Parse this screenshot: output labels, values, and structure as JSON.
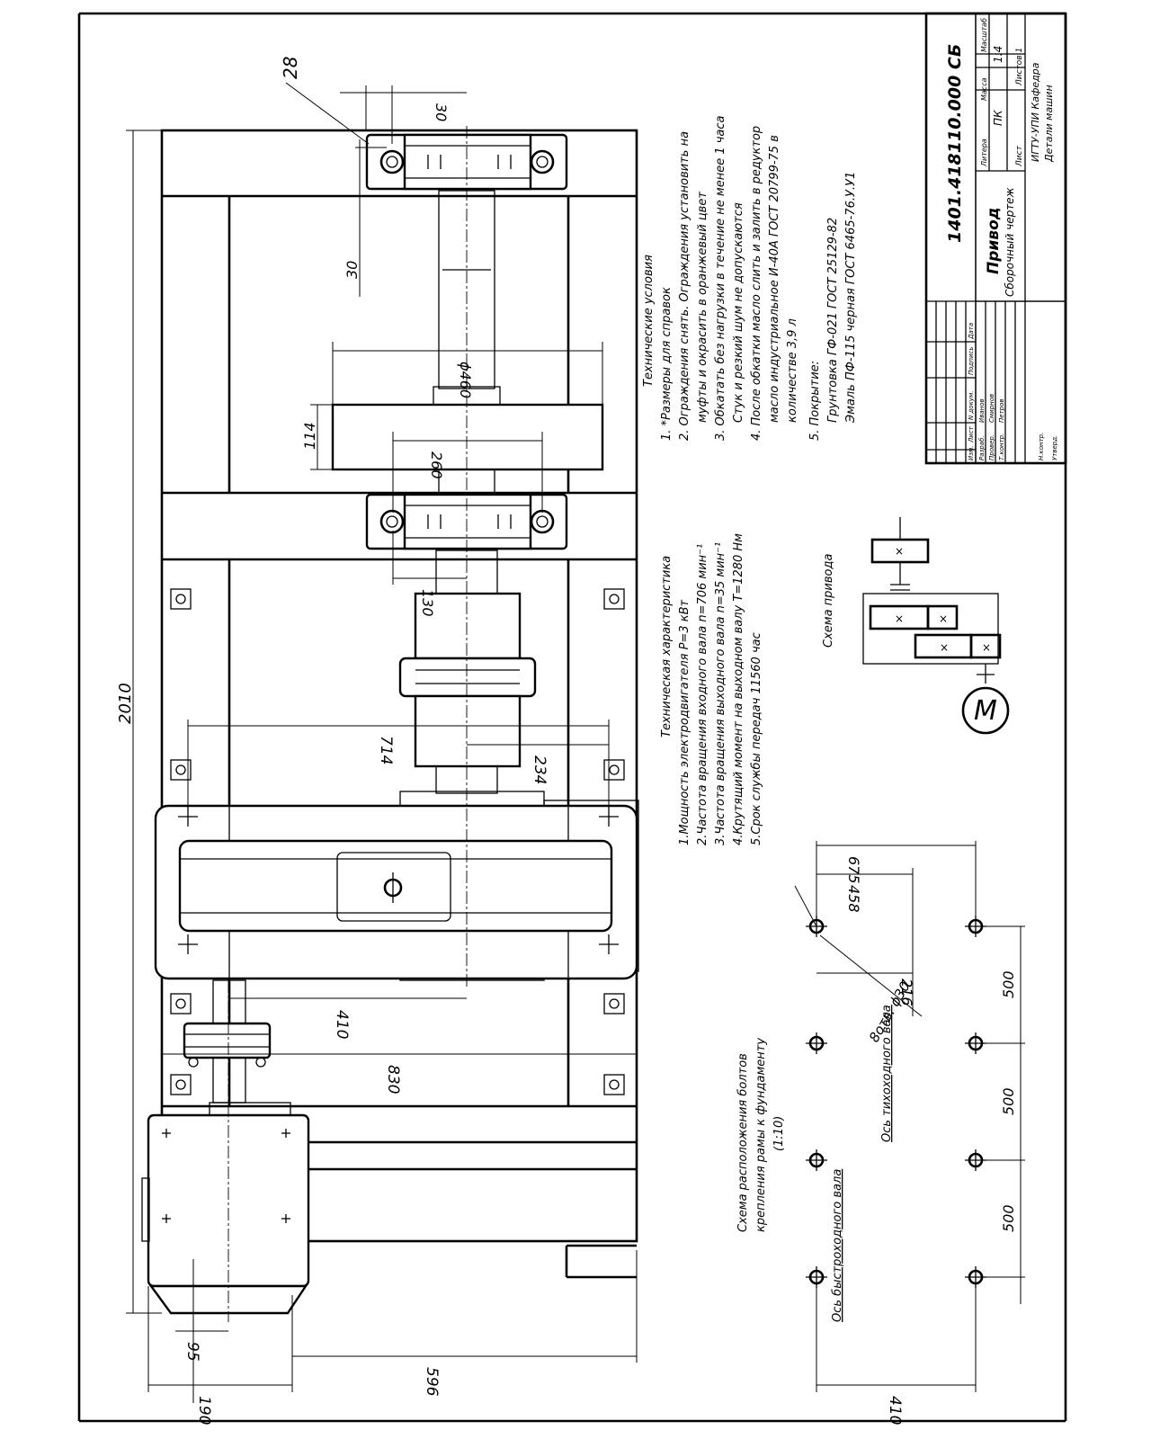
{
  "title_block": {
    "doc_number": "1401.418110.000 СБ",
    "name": "Привод",
    "doc_type": "Сборочный чертеж",
    "letter": "ПК",
    "scale": "1:4",
    "col_headers": [
      "Литера",
      "Масса",
      "Масштаб"
    ],
    "sheet_label": "Лист",
    "sheets_label": "Листов 1",
    "org_line1": "ИГТУ-УПИ Кафедра",
    "org_line2": "Детали машин",
    "rev_headers": [
      "Изм.",
      "Лист",
      "N докум.",
      "Подпись",
      "Дата"
    ],
    "roles": [
      "Разраб.",
      "Провер.",
      "Т.контр.",
      "",
      "Н.контр.",
      "Утверд."
    ],
    "names": [
      "Иванов",
      "Смирнов",
      "Петров"
    ]
  },
  "tech_conditions": {
    "title": "Технические условия",
    "lines": [
      "1. *Размеры для справок",
      "2. Ограждения снять. Ограждения установить на",
      "муфты и окрасить в оранжевый цвет",
      "3. Обкатать без нагрузки в течение не менее 1 часа",
      "Стук и резкий шум не допускаются",
      "4. После обкатки масло слить и залить в редуктор",
      "масло индустриальное И-40А ГОСТ 20799-75 в",
      "количестве 3,9 л",
      "5. Покрытие:",
      "Грунтовка ГФ-021 ГОСТ 25129-82",
      "Эмаль ПФ-115 черная ГОСТ 6465-76.У.У1"
    ]
  },
  "tech_characteristics": {
    "title": "Техническая характеристика",
    "lines": [
      "1.Мощность электродвигателя    Р=3 кВт",
      "2.Частота вращения входного вала n=706 мин⁻¹",
      "3.Частота вращения выходного вала n=35 мин⁻¹",
      "4.Крутящий момент на выходном валу Т=1280 Нм",
      "5.Срок службы передач 11560 час"
    ]
  },
  "drive_scheme": {
    "title": "Схема привода",
    "motor_symbol": "M",
    "cross": "×"
  },
  "bolt_scheme": {
    "title_lines": [
      "Схема расположения болтов",
      "крепления рамы к фундаменту",
      "(1:10)"
    ],
    "fast_axis": "Ось быстроходного вала",
    "slow_axis": "Ось тихоходного вала",
    "hole_label": "8отв. ϕ30",
    "dims": [
      "675",
      "458",
      "216",
      "500",
      "500",
      "500",
      "410"
    ]
  },
  "dimensions": {
    "d2010": "2010",
    "d830": "830",
    "d596": "596",
    "d190": "190",
    "d95": "95",
    "d410": "410",
    "d714": "714",
    "d234": "234",
    "d130": "130",
    "d260": "260",
    "d114": "114",
    "d460": "ϕ460",
    "d30a": "30",
    "d30b": "30",
    "d28": "28"
  }
}
